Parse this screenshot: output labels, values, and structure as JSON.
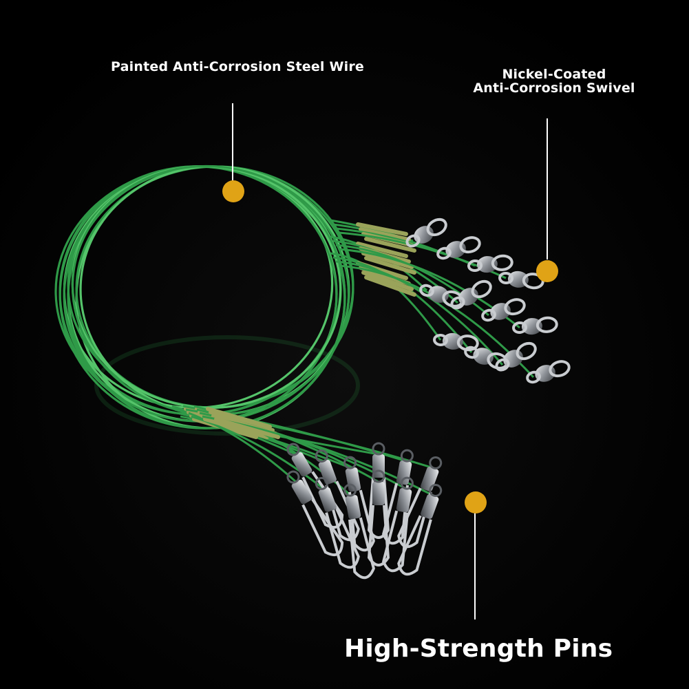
{
  "callouts": {
    "wire": {
      "label": "Painted Anti-Corrosion Steel Wire",
      "icon": "callout-dot-icon"
    },
    "swivel": {
      "line1": "Nickel-Coated",
      "line2": "Anti-Corrosion Swivel",
      "icon": "callout-dot-icon"
    },
    "pins": {
      "label": "High-Strength Pins",
      "icon": "callout-dot-icon"
    }
  },
  "colors": {
    "background": "#000000",
    "wire": "#2f9a48",
    "wire_highlight": "#55c46a",
    "sleeve": "#9aa35a",
    "metal": "#c9ccd0",
    "metal_dark": "#5a5e63",
    "dot": "#e0a316",
    "text": "#ffffff"
  }
}
